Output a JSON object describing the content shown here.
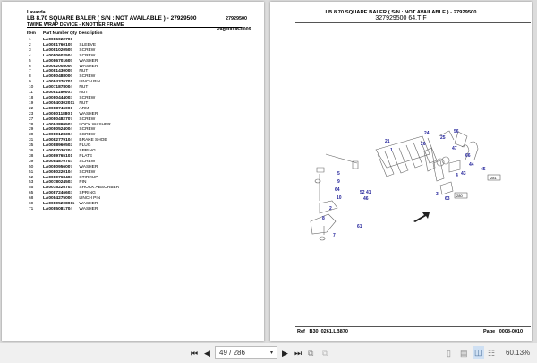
{
  "left_page": {
    "brand": "Lavarda",
    "title": "LB 8.70   SQUARE BALER     ( S/N :    NOT AVAILABLE ) - 27929500",
    "right_code": "27929500",
    "section": "TWINE WRAP DEVICE - KNOTTER FRAME",
    "page_ref": "Page0008-0009",
    "columns": [
      "Item",
      "Part Number",
      "Qty",
      "Description"
    ],
    "rows": [
      [
        "1",
        "LA008602270",
        "1",
        ""
      ],
      [
        "2",
        "LA008176010",
        "5",
        "SLEEVE"
      ],
      [
        "3",
        "LA008102050",
        "5",
        "SCREW"
      ],
      [
        "4",
        "LA008060250",
        "4",
        "SCREW"
      ],
      [
        "5",
        "LA008670160",
        "5",
        "WASHER"
      ],
      [
        "6",
        "LA008200800",
        "6",
        "WASHER"
      ],
      [
        "7",
        "LA008143000",
        "5",
        "NUT"
      ],
      [
        "8",
        "LA008048800",
        "6",
        "SCREW"
      ],
      [
        "9",
        "LA008437670",
        "1",
        "LINCH PIN"
      ],
      [
        "10",
        "LA007187800",
        "4",
        "NUT"
      ],
      [
        "11",
        "LA008118000",
        "3",
        "NUT"
      ],
      [
        "18",
        "LA008044400",
        "3",
        "SCREW"
      ],
      [
        "19",
        "LA008403020",
        "11",
        "NUT"
      ],
      [
        "22",
        "LA008874600",
        "1",
        "ARM"
      ],
      [
        "23",
        "LA008011880",
        "1",
        "WASHER"
      ],
      [
        "27",
        "LA008048270",
        "7",
        "SCREW"
      ],
      [
        "28",
        "LA008489950",
        "7",
        "LOCK WASHER"
      ],
      [
        "29",
        "LA008052400",
        "4",
        "SCREW"
      ],
      [
        "30",
        "LA008012830",
        "4",
        "SCREW"
      ],
      [
        "31",
        "LA008277910",
        "4",
        "BRAKE SHOE"
      ],
      [
        "35",
        "LA008896050",
        "2",
        "PLUG"
      ],
      [
        "36",
        "LA008703020",
        "4",
        "SPRING"
      ],
      [
        "38",
        "LA008976510",
        "1",
        "PLATE"
      ],
      [
        "39",
        "LA008487070",
        "3",
        "SCREW"
      ],
      [
        "50",
        "LA008095600",
        "7",
        "WASHER"
      ],
      [
        "51",
        "LA008022010",
        "4",
        "SCREW"
      ],
      [
        "52",
        "LA008076840",
        "3",
        "STIRRUP"
      ],
      [
        "53",
        "LA007802450",
        "3",
        "PIN"
      ],
      [
        "55",
        "LA001522670",
        "3",
        "SHOCK ABSORBER"
      ],
      [
        "65",
        "LA008724660",
        "3",
        "SPRING"
      ],
      [
        "68",
        "LA008427500",
        "6",
        "LINCH PIN"
      ],
      [
        "69",
        "LA008052080",
        "11",
        "WASHER"
      ],
      [
        "71",
        "LA008508170",
        "4",
        "WASHER"
      ]
    ]
  },
  "right_page": {
    "title": "LB 8.70   SQUARE BALER     ( S/N :    NOT AVAILABLE ) - 27929500",
    "subtitle": "327929500 64.TIF",
    "callouts": [
      "21",
      "1",
      "24",
      "25",
      "26",
      "47",
      "56",
      "66",
      "44",
      "45",
      "43",
      "4",
      "3",
      "63",
      "5",
      "9",
      "64",
      "10",
      "52 41",
      "46",
      "2",
      "8",
      "61",
      "7"
    ],
    "refs": [
      "281",
      "280"
    ],
    "footer_ref_label": "Ref",
    "footer_ref": "B30_0261.LB870",
    "footer_page_label": "Page",
    "footer_page": "0008-0010"
  },
  "toolbar": {
    "page_indicator": "49 / 286",
    "zoom": "60.13%"
  }
}
